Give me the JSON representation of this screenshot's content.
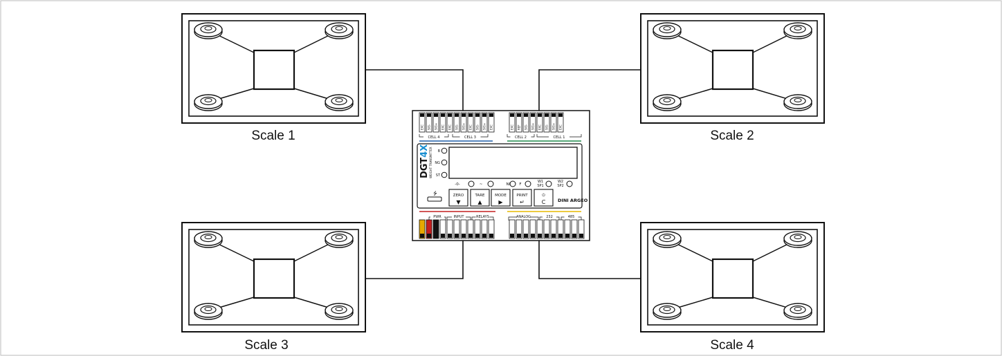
{
  "scales": [
    {
      "id": "scale-1",
      "label": "Scale 1"
    },
    {
      "id": "scale-2",
      "label": "Scale 2"
    },
    {
      "id": "scale-3",
      "label": "Scale 3"
    },
    {
      "id": "scale-4",
      "label": "Scale 4"
    }
  ],
  "device": {
    "logo_main": "DGT",
    "logo_accent": "4X",
    "logo_sub": "WEIGHT TRANSMITTER",
    "brand": "DINI ARGEO",
    "top_terminals": [
      "EXC",
      "SIG-",
      "SIG+",
      "EXC",
      "EXC",
      "SIG-",
      "SIG+",
      "EXC",
      "SIG-",
      "SIG+",
      "EXC",
      "EXC",
      "REF",
      "SIG-",
      "SIG+",
      "EXC",
      "SIG-",
      "SIG+",
      "EXC"
    ],
    "cell_groups": [
      "CELL 4",
      "CELL 3",
      "CELL 2",
      "CELL 1"
    ],
    "side_leds": [
      "B",
      "NG",
      "ST"
    ],
    "indicators": [
      "-0-",
      "~",
      "NET",
      "F",
      "W1 SP1",
      "W2 SP2"
    ],
    "buttons": [
      {
        "label": "ZERO",
        "symbol": "▼"
      },
      {
        "label": "TARE",
        "symbol": "▲"
      },
      {
        "label": "MODE",
        "symbol": "▶"
      },
      {
        "label": "PRINT",
        "symbol": "↵"
      },
      {
        "label": "⏻",
        "symbol": "C"
      }
    ],
    "bottom_groups": [
      "PWR",
      "INPUT",
      "RELAYS",
      "ANALOG",
      "232",
      "485"
    ],
    "accent_color": "#1a8fd1",
    "cell_line_colors": [
      "#1f5fa8",
      "#1f5fa8",
      "#1f8a4a",
      "#1f8a4a"
    ],
    "bottom_line_colors": [
      "#c41e1e",
      "#e6b800"
    ]
  }
}
